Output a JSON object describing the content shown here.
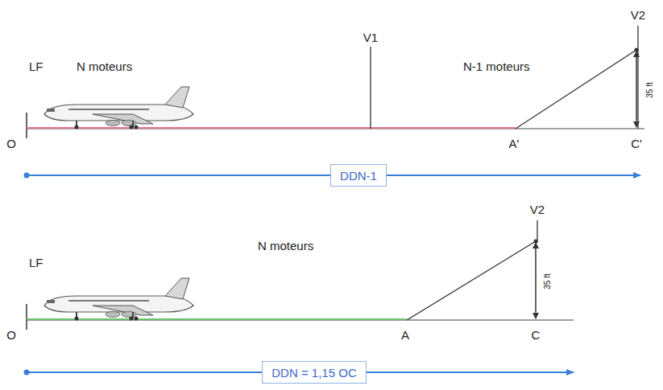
{
  "diagram": {
    "nodes": [
      {
        "text": [
          "DDN-1"
        ]
      },
      {
        "text": [
          "DDN = 1,15 OC"
        ]
      }
    ],
    "labels": [
      "LF",
      "N moteurs",
      "V1",
      "N-1 moteurs",
      "V2",
      "35 ft",
      "O",
      "A'",
      "C'",
      "LF",
      "N moteurs",
      "V2",
      "35 ft",
      "O",
      "A",
      "C"
    ]
  }
}
